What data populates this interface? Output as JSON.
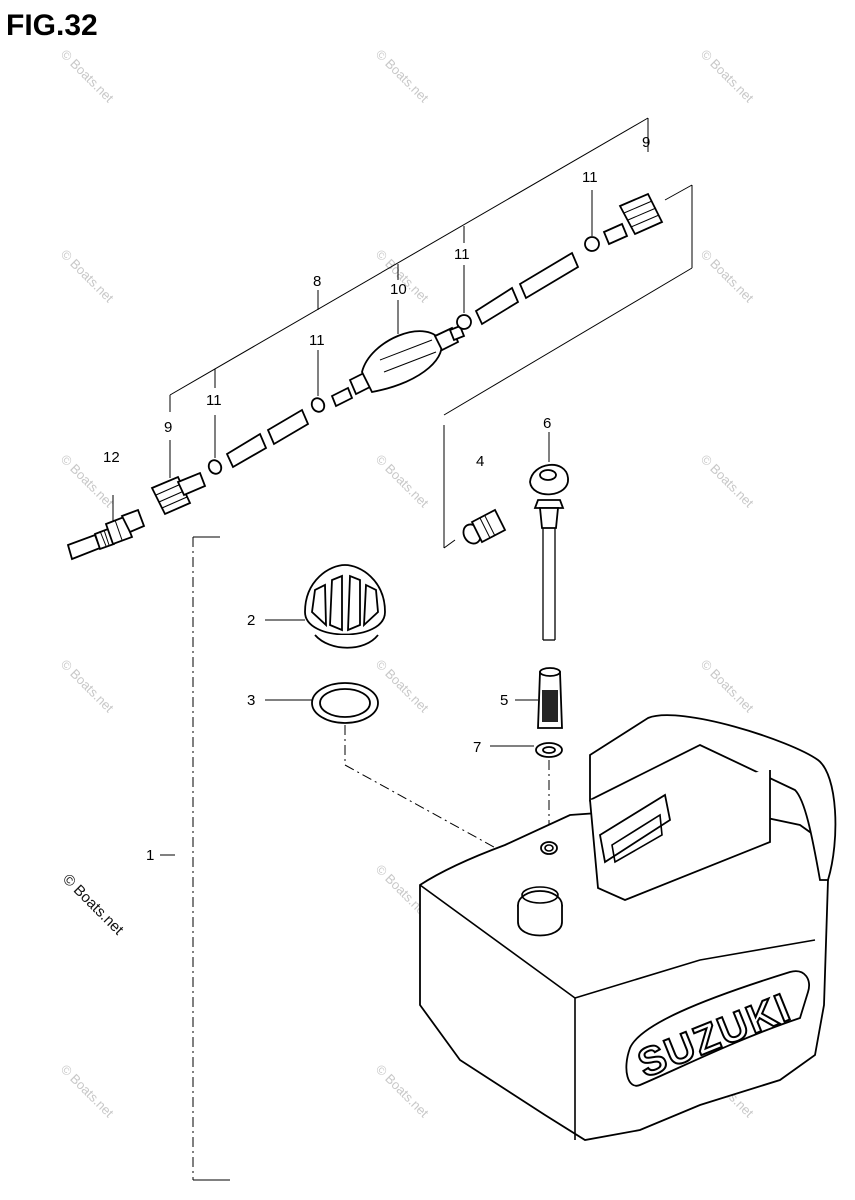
{
  "figure": {
    "title": "FIG.32"
  },
  "watermark": {
    "text": "© Boats.net"
  },
  "brand": {
    "text": "SUZUKI"
  },
  "callouts": [
    {
      "id": "c12",
      "label": "12"
    },
    {
      "id": "c9a",
      "label": "9"
    },
    {
      "id": "c11a",
      "label": "11"
    },
    {
      "id": "c11b",
      "label": "11"
    },
    {
      "id": "c8",
      "label": "8"
    },
    {
      "id": "c10",
      "label": "10"
    },
    {
      "id": "c11c",
      "label": "11"
    },
    {
      "id": "c11d",
      "label": "11"
    },
    {
      "id": "c9b",
      "label": "9"
    },
    {
      "id": "c4",
      "label": "4"
    },
    {
      "id": "c6",
      "label": "6"
    },
    {
      "id": "c2",
      "label": "2"
    },
    {
      "id": "c3",
      "label": "3"
    },
    {
      "id": "c5",
      "label": "5"
    },
    {
      "id": "c7",
      "label": "7"
    },
    {
      "id": "c1",
      "label": "1"
    }
  ]
}
